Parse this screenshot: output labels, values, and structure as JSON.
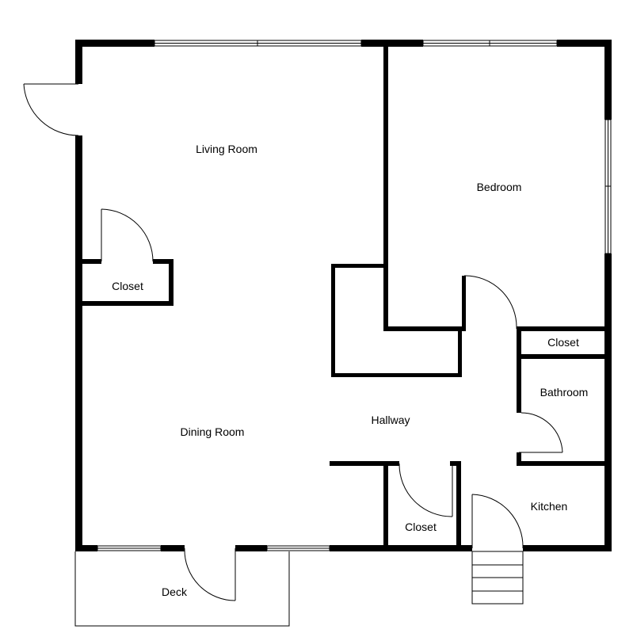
{
  "rooms": {
    "living_room": "Living Room",
    "bedroom": "Bedroom",
    "closet_living": "Closet",
    "closet_bedroom": "Closet",
    "bathroom": "Bathroom",
    "hallway": "Hallway",
    "dining_room": "Dining Room",
    "kitchen": "Kitchen",
    "closet_hall": "Closet",
    "deck": "Deck"
  },
  "colors": {
    "wall": "#000000",
    "background": "#ffffff"
  }
}
